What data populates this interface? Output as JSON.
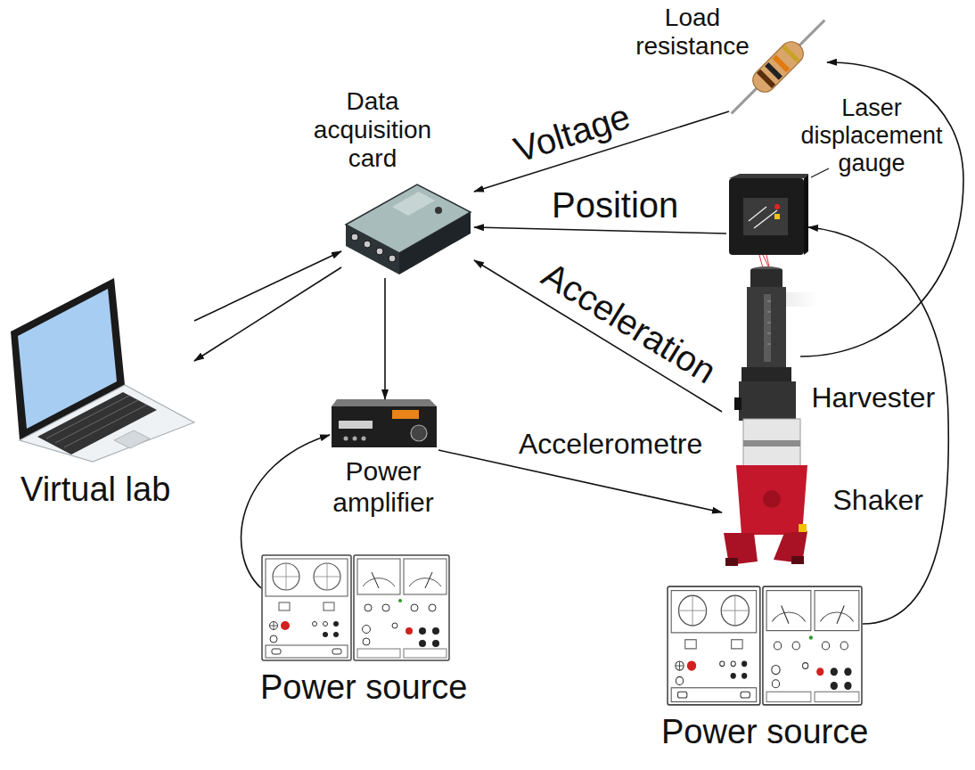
{
  "diagram": {
    "nodes": [
      {
        "text": [
          "Load resistance"
        ]
      },
      {
        "text": [
          "Data acquisition card"
        ]
      },
      {
        "text": [
          "Laser displacement gauge"
        ]
      },
      {
        "text": [
          "Virtual lab"
        ]
      },
      {
        "text": [
          "Power amplifier"
        ]
      },
      {
        "text": [
          "Harvester",
          "Accelerometre",
          "Shaker"
        ]
      },
      {
        "text": [
          "Power source"
        ]
      },
      {
        "text": [
          "Power source"
        ]
      }
    ],
    "edges": [
      {
        "from": 0,
        "to": 1,
        "label": "Voltage",
        "arrow": "to"
      },
      {
        "from": 2,
        "to": 1,
        "label": "Position",
        "arrow": "to"
      },
      {
        "from": 5,
        "to": 1,
        "label": "Acceleration",
        "arrow": "to"
      },
      {
        "from": 3,
        "to": 1,
        "arrow": "to"
      },
      {
        "from": 1,
        "to": 3,
        "arrow": "to"
      },
      {
        "from": 1,
        "to": 4,
        "arrow": "to"
      },
      {
        "from": 4,
        "to": 5,
        "arrow": "to"
      },
      {
        "from": 6,
        "to": 4,
        "arrow": "to"
      },
      {
        "from": 5,
        "to": 0,
        "arrow": "to"
      },
      {
        "from": 7,
        "to": 2,
        "arrow": "to"
      }
    ]
  }
}
